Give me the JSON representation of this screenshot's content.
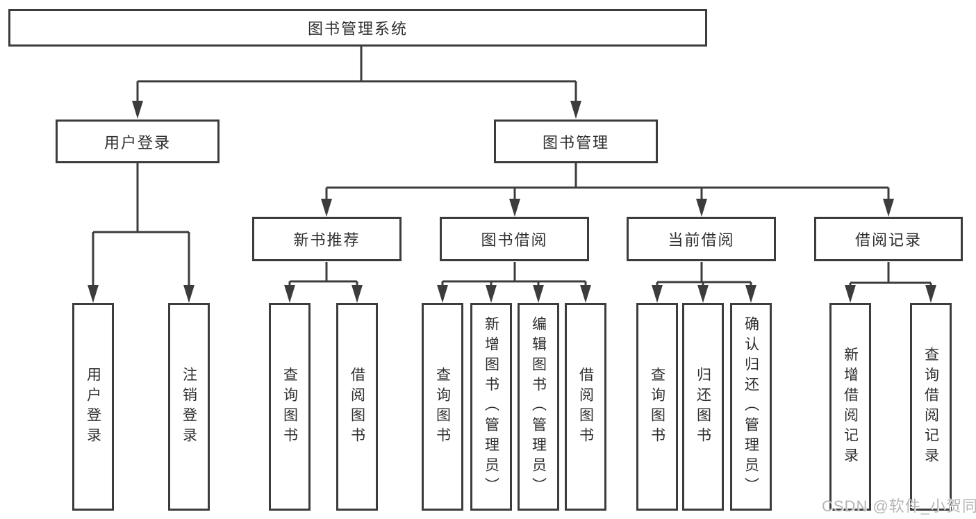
{
  "colors": {
    "line": "#3c3c3c",
    "box_border": "#3c3c3c",
    "box_fill": "#ffffff",
    "text": "#2e2e2e",
    "watermark_text": "#b5b5b5",
    "background": "#ffffff"
  },
  "tree": {
    "root": "图书管理系统",
    "branches": [
      {
        "label": "用户登录",
        "leaves": [
          "用户登录",
          "注销登录"
        ]
      },
      {
        "label": "图书管理",
        "sections": [
          {
            "label": "新书推荐",
            "leaves": [
              "查询图书",
              "借阅图书"
            ]
          },
          {
            "label": "图书借阅",
            "leaves": [
              "查询图书",
              "新增图书（管理员）",
              "编辑图书（管理员）",
              "借阅图书"
            ]
          },
          {
            "label": "当前借阅",
            "leaves": [
              "查询图书",
              "归还图书",
              "确认归还（管理员）"
            ]
          },
          {
            "label": "借阅记录",
            "leaves": [
              "新增借阅记录",
              "查询借阅记录"
            ]
          }
        ]
      }
    ]
  },
  "watermark": "CSDN @软件_小贺同学"
}
